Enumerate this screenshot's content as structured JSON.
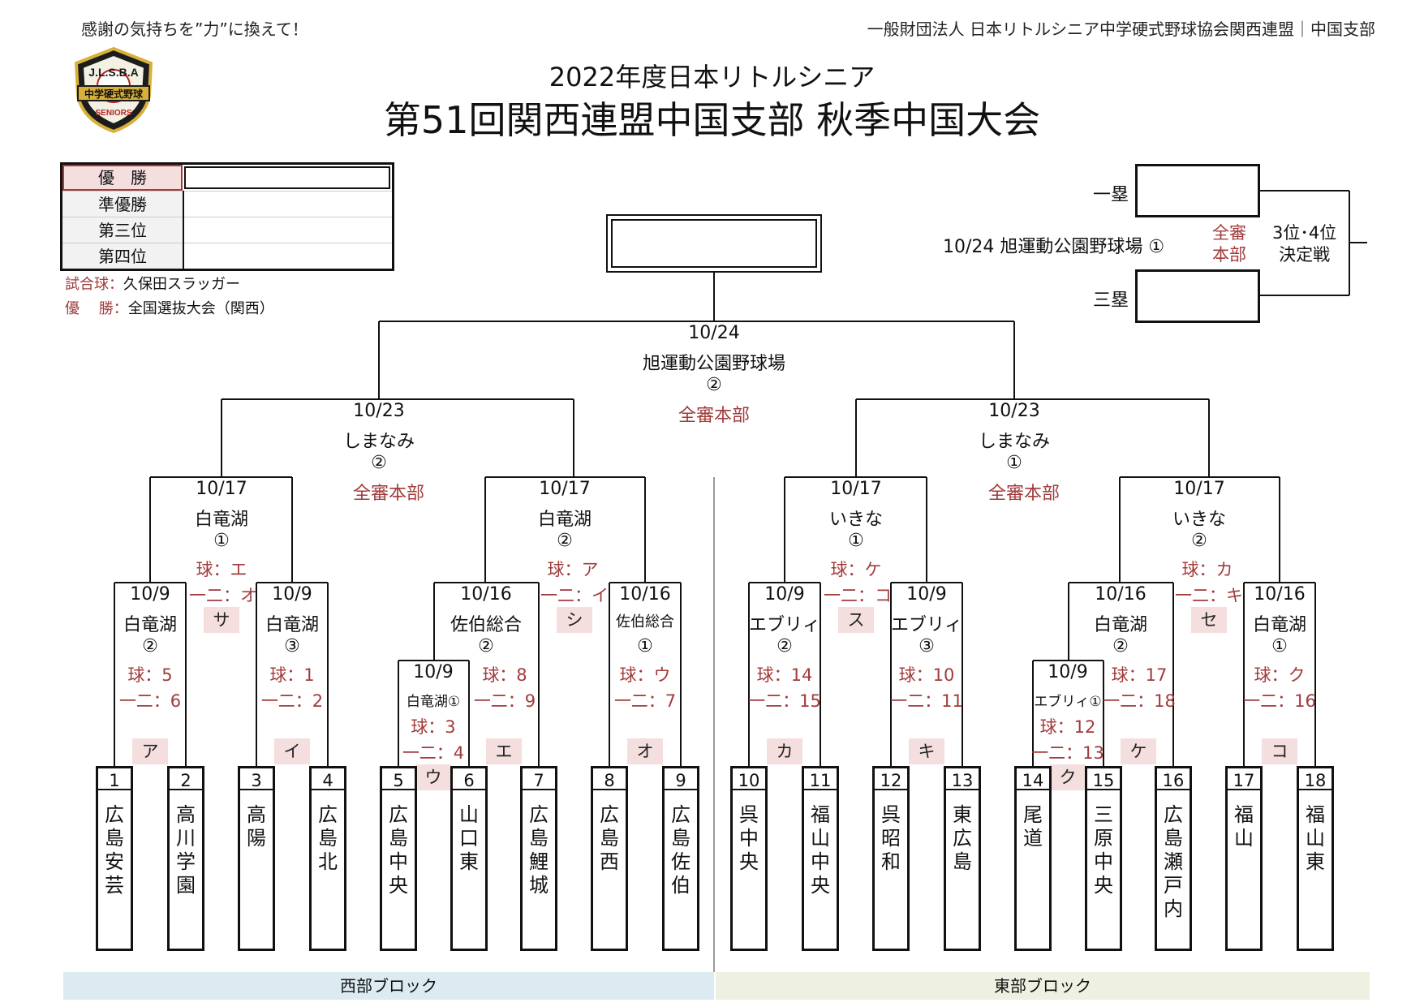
{
  "header": {
    "motto": "感謝の気持ちを”力”に換えて！",
    "org": "一般財団法人 日本リトルシニア中学硬式野球協会関西連盟｜中国支部",
    "logo_text": "J.L.S.B.A",
    "logo_band": "中学硬式野球",
    "logo_sub": "SENIORS",
    "title_line1": "2022年度日本リトルシニア",
    "title_line2": "第51回関西連盟中国支部 秋季中国大会"
  },
  "results_table": {
    "rows": [
      {
        "label": "優　勝",
        "value": ""
      },
      {
        "label": "準優勝",
        "value": ""
      },
      {
        "label": "第三位",
        "value": ""
      },
      {
        "label": "第四位",
        "value": ""
      }
    ],
    "notes": [
      {
        "label": "試合球：",
        "value": "久保田スラッガー"
      },
      {
        "label": "優　 勝：",
        "value": "全国選抜大会（関西）"
      }
    ]
  },
  "third_place": {
    "first_base": "一塁",
    "third_base": "三塁",
    "info": "10/24  旭運動公園野球場  ①",
    "umpire": "全審\n本部",
    "umpire1": "全審",
    "umpire2": "本部",
    "label1": "3位･4位",
    "label2": "決定戦"
  },
  "final": {
    "date": "10/24",
    "venue": "旭運動公園野球場",
    "field": "②",
    "umpire": "全審本部"
  },
  "semis": [
    {
      "date": "10/23",
      "venue": "しまなみ",
      "field": "②",
      "umpire": "全審本部"
    },
    {
      "date": "10/23",
      "venue": "しまなみ",
      "field": "①",
      "umpire": "全審本部"
    }
  ],
  "quarters": [
    {
      "date": "10/17",
      "venue": "白竜湖",
      "field": "①",
      "ball": "球：エ",
      "umps": "一二：オ",
      "code": "サ"
    },
    {
      "date": "10/17",
      "venue": "白竜湖",
      "field": "②",
      "ball": "球：ア",
      "umps": "一二：イ",
      "code": "シ"
    },
    {
      "date": "10/17",
      "venue": "いきな",
      "field": "①",
      "ball": "球：ケ",
      "umps": "一二：コ",
      "code": "ス"
    },
    {
      "date": "10/17",
      "venue": "いきな",
      "field": "②",
      "ball": "球：カ",
      "umps": "一二：キ",
      "code": "セ"
    }
  ],
  "r1": [
    {
      "date": "10/9",
      "venue": "白竜湖",
      "field": "②",
      "ball": "球：5",
      "umps": "一二：6",
      "code": "ア"
    },
    {
      "date": "10/9",
      "venue": "白竜湖",
      "field": "③",
      "ball": "球：1",
      "umps": "一二：2",
      "code": "イ"
    },
    {
      "date": "10/16",
      "venue": "佐伯総合",
      "field": "②",
      "ball": "球：8",
      "umps": "一二：9",
      "code": "エ"
    },
    {
      "date": "10/16",
      "venue": "佐伯総合",
      "field": "①",
      "ball": "球：ウ",
      "umps": "一二：7",
      "code": "オ"
    },
    {
      "date": "10/9",
      "venue": "エブリィ",
      "field": "②",
      "ball": "球：14",
      "umps": "一二：15",
      "code": "カ"
    },
    {
      "date": "10/9",
      "venue": "エブリィ",
      "field": "③",
      "ball": "球：10",
      "umps": "一二：11",
      "code": "キ"
    },
    {
      "date": "10/16",
      "venue": "白竜湖",
      "field": "②",
      "ball": "球：17",
      "umps": "一二：18",
      "code": "ケ"
    },
    {
      "date": "10/16",
      "venue": "白竜湖",
      "field": "①",
      "ball": "球：ク",
      "umps": "一二：16",
      "code": "コ"
    }
  ],
  "prelims": [
    {
      "date": "10/9",
      "venue": "白竜湖①",
      "ball": "球：3",
      "umps": "一二：4",
      "code": "ウ"
    },
    {
      "date": "10/9",
      "venue": "エブリィ①",
      "ball": "球：12",
      "umps": "一二：13",
      "code": "ク"
    }
  ],
  "teams": [
    {
      "num": "1",
      "name": "広島安芸"
    },
    {
      "num": "2",
      "name": "高川学園"
    },
    {
      "num": "3",
      "name": "高　陽"
    },
    {
      "num": "4",
      "name": "広島北"
    },
    {
      "num": "5",
      "name": "広島中央"
    },
    {
      "num": "6",
      "name": "山口東"
    },
    {
      "num": "7",
      "name": "広島鯉城"
    },
    {
      "num": "8",
      "name": "広島西"
    },
    {
      "num": "9",
      "name": "広島佐伯"
    },
    {
      "num": "10",
      "name": "呉中央"
    },
    {
      "num": "11",
      "name": "福山中央"
    },
    {
      "num": "12",
      "name": "呉昭和"
    },
    {
      "num": "13",
      "name": "東広島"
    },
    {
      "num": "14",
      "name": "尾　道"
    },
    {
      "num": "15",
      "name": "三原中央"
    },
    {
      "num": "16",
      "name": "広島瀬戸内"
    },
    {
      "num": "17",
      "name": "福　山"
    },
    {
      "num": "18",
      "name": "福山東"
    }
  ],
  "blocks": {
    "west": "西部ブロック",
    "east": "東部ブロック"
  },
  "colors": {
    "accent_red": "#a23b3b",
    "badge_bg": "#f4dede",
    "west_bg": "#dcebf2",
    "east_bg": "#eef0e2"
  }
}
